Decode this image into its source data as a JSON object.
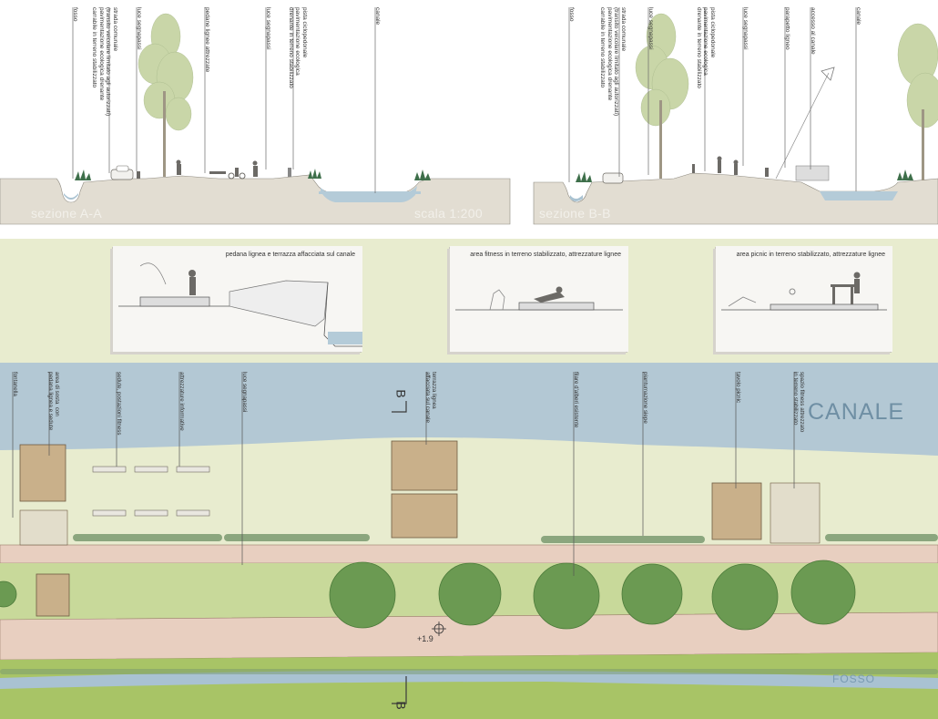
{
  "section_a": {
    "title": "sezione A-A",
    "scale": "scala 1:200",
    "labels": [
      "fosso",
      "strada comunale\n(transito veicolare limitato agli autorizzati)\npavimentazione ecologica drenante\ncarrabile in terreno stabilizzato",
      "luce segnapassi",
      "pedane lignee attrezzate",
      "luce segnapassi",
      "pista ciclopedonale\npavimentazione ecologica\ndrenante in terreno stabilizzato",
      "canale"
    ]
  },
  "section_b": {
    "title": "sezione B-B",
    "labels": [
      "fosso",
      "strada comunale\n(transito veicolare limitato agli autorizzati)\npavimentazione ecologica drenante\ncarrabile in terreno stabilizzato",
      "luce segnapassi",
      "pista ciclopedonale\npavimentazione ecologica\ndrenante in terreno stabilizzato",
      "luce segnapassi",
      "parapetto ligneo",
      "accesso al canale",
      "canale"
    ]
  },
  "details": [
    {
      "title": "pedana lignea e terrazza affacciata sul canale"
    },
    {
      "title": "area fitness in terreno stabilizzato, attrezzature lignee"
    },
    {
      "title": "area picnic in terreno stabilizzato, attrezzature lignee"
    }
  ],
  "plan": {
    "canal_label": "CANALE",
    "ditch_label": "FOSSO",
    "section_marker": "B",
    "elevation": "+1.9",
    "labels": [
      "fontanella",
      "area di sosta  con\npedana lignea e sedute",
      "sedute, postazioni fitness",
      "attrezzature informative",
      "luce segnapassi",
      "terrazza lignea\naffacciata sul canale",
      "filare d'alberi esistente",
      "piantumazione siepe",
      "tavolo picnic",
      "spazio fitness attrezzato\nin terreno stabilizzato"
    ]
  },
  "colors": {
    "canal": "#b3c8d4",
    "lawn": "#e8eccf",
    "path": "#e8cfc0",
    "grass": "#a8c466",
    "ditch": "#a9c2d2",
    "ground": "#e2ddd2"
  }
}
